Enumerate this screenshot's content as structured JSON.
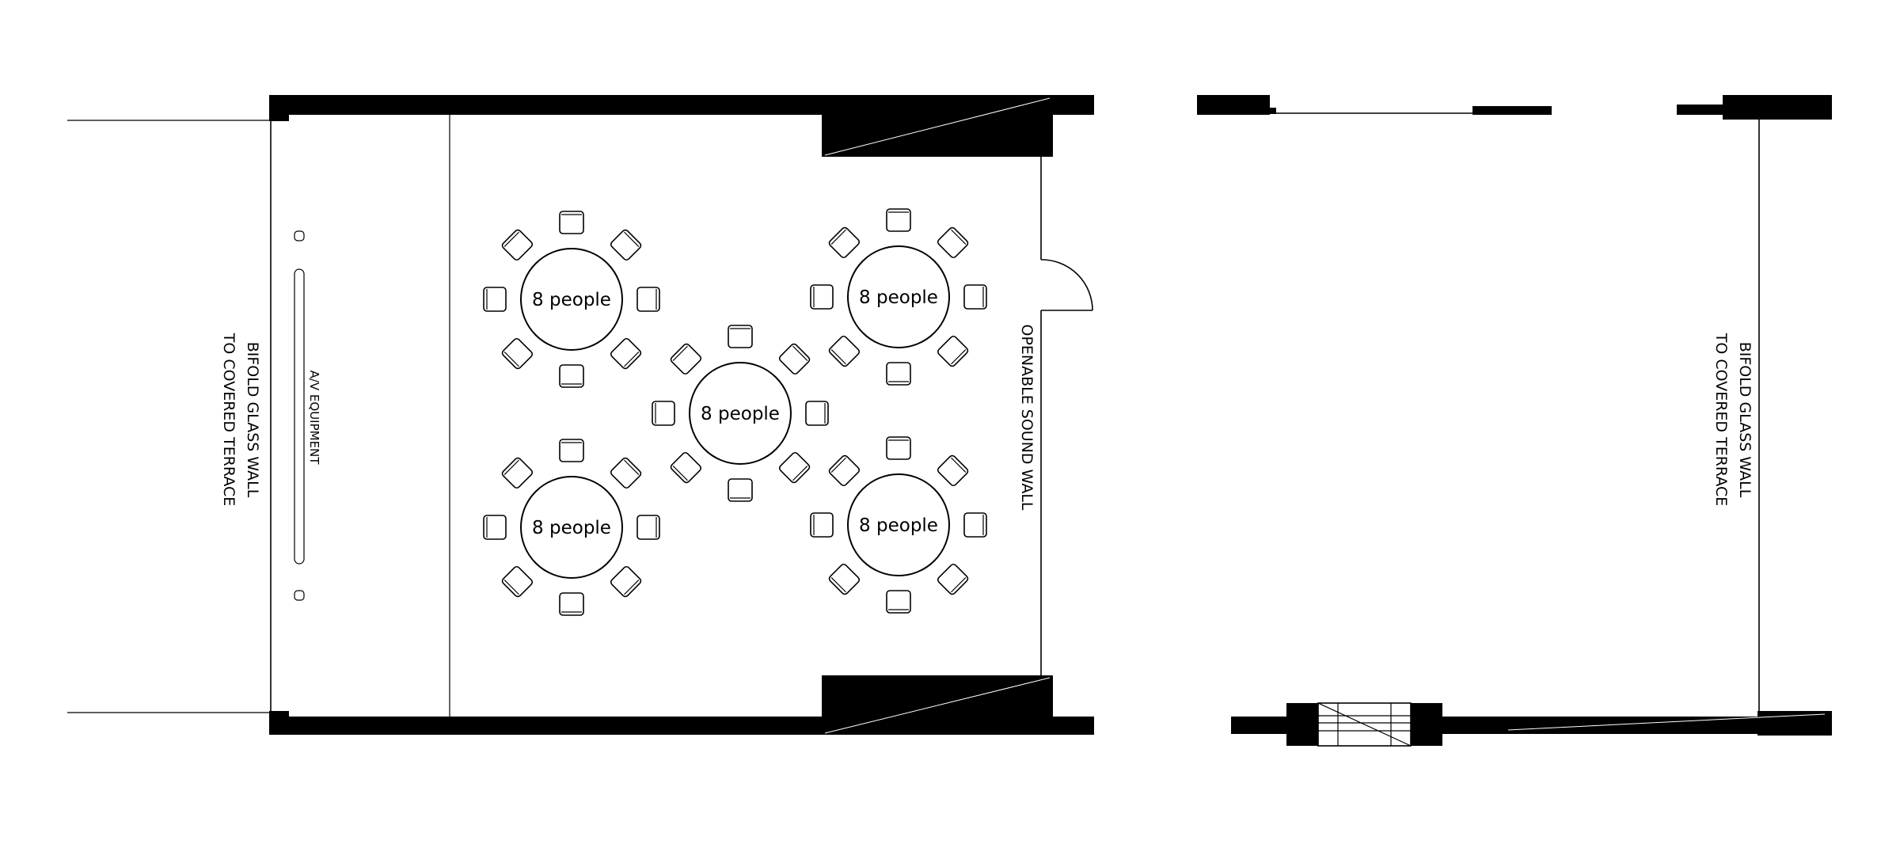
{
  "labels": {
    "left_glass_wall_line1": "BIFOLD GLASS WALL",
    "left_glass_wall_line2": "TO COVERED TERRACE",
    "right_glass_wall_line1": "BIFOLD GLASS WALL",
    "right_glass_wall_line2": "TO COVERED TERRACE",
    "av_equipment": "A/V EQUIPMENT",
    "sound_wall": "OPENABLE SOUND WALL"
  },
  "tables": [
    {
      "id": "table-top-left",
      "label": "8 people",
      "seats": 8
    },
    {
      "id": "table-top-right",
      "label": "8 people",
      "seats": 8
    },
    {
      "id": "table-center",
      "label": "8 people",
      "seats": 8
    },
    {
      "id": "table-bottom-left",
      "label": "8 people",
      "seats": 8
    },
    {
      "id": "table-bottom-right",
      "label": "8 people",
      "seats": 8
    }
  ],
  "colors": {
    "walls": "#000000",
    "background": "#ffffff"
  }
}
